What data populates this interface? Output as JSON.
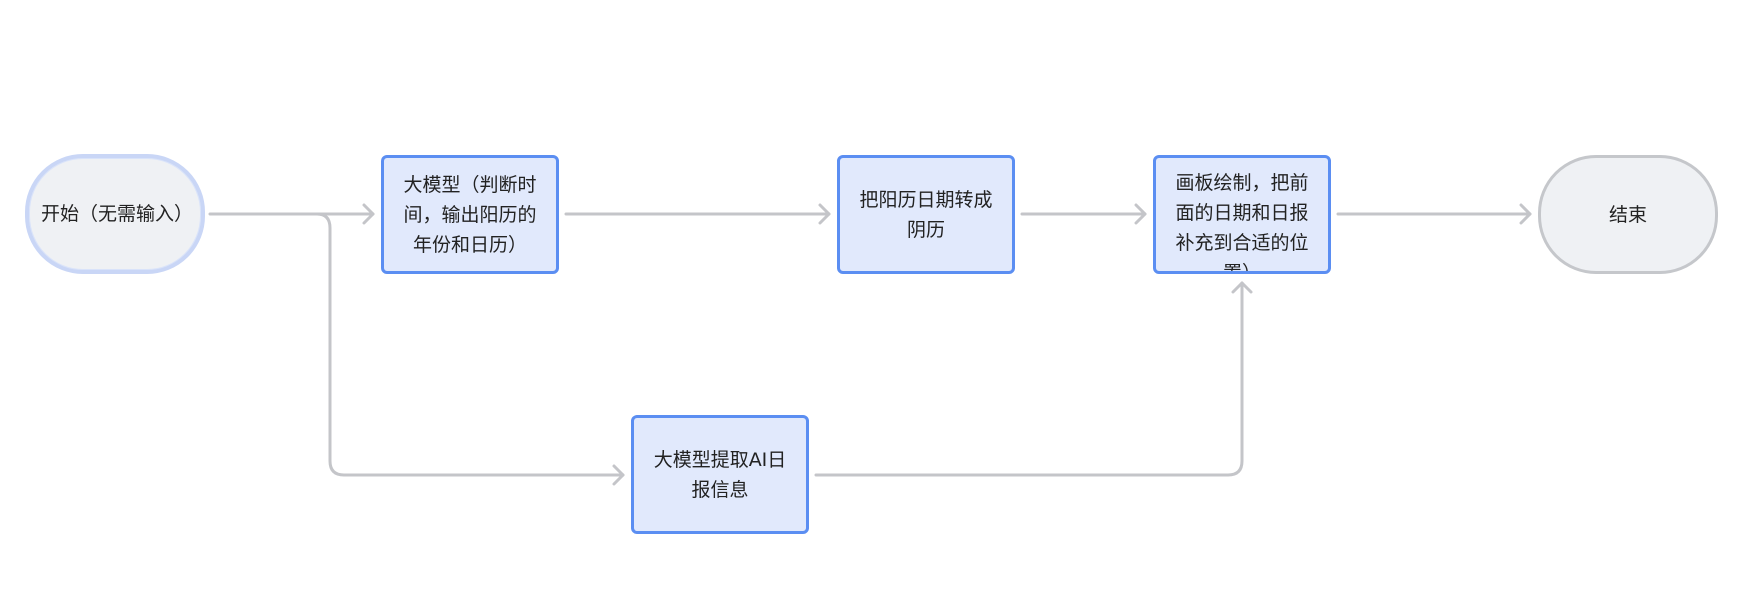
{
  "diagram": {
    "nodes": [
      {
        "id": "start",
        "label": "开始（无需输入）",
        "shape": "terminal",
        "selected": true
      },
      {
        "id": "llm-date",
        "label": "大模型（判断时间，输出阳历的年份和日历）",
        "shape": "process"
      },
      {
        "id": "convert-lunar",
        "label": "把阳历日期转成阴历",
        "shape": "process"
      },
      {
        "id": "canvas-draw",
        "label": "画板绘制，把前面的日期和日报补充到合适的位置）",
        "shape": "process"
      },
      {
        "id": "end",
        "label": "结束",
        "shape": "terminal"
      },
      {
        "id": "llm-extract",
        "label": "大模型提取AI日报信息",
        "shape": "process"
      }
    ],
    "edges": [
      {
        "from": "start",
        "to": "llm-date"
      },
      {
        "from": "llm-date",
        "to": "convert-lunar"
      },
      {
        "from": "convert-lunar",
        "to": "canvas-draw"
      },
      {
        "from": "canvas-draw",
        "to": "end"
      },
      {
        "from": "start",
        "to": "llm-extract"
      },
      {
        "from": "llm-extract",
        "to": "canvas-draw"
      }
    ],
    "colors": {
      "terminal_fill": "#eff1f4",
      "terminal_border": "#c5c7cb",
      "selected_border": "#c9d6f6",
      "process_fill": "#e1e9fc",
      "process_border": "#5b8ef2",
      "edge": "#c4c5c9",
      "text": "#222222"
    }
  }
}
